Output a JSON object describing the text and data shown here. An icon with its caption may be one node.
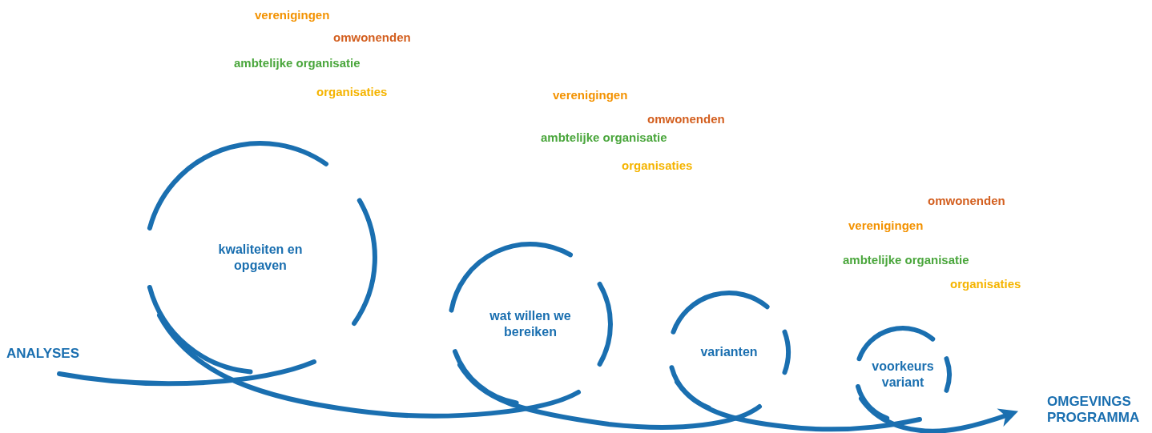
{
  "diagram": {
    "nodes": [
      {
        "text": [
          "ANALYSES"
        ]
      },
      {
        "text": [
          "kwaliteiten en opgaven"
        ]
      },
      {
        "text": [
          "wat willen we bereiken"
        ]
      },
      {
        "text": [
          "varianten"
        ]
      },
      {
        "text": [
          "voorkeurs variant"
        ]
      },
      {
        "text": [
          "OMGEVINGS PROGRAMMA"
        ]
      }
    ],
    "edges": [
      {
        "from": 0,
        "to": 1,
        "arrow": "none"
      },
      {
        "from": 1,
        "to": 2,
        "arrow": "none"
      },
      {
        "from": 2,
        "to": 3,
        "arrow": "none"
      },
      {
        "from": 3,
        "to": 4,
        "arrow": "none"
      },
      {
        "from": 4,
        "to": 5,
        "arrow": "to"
      }
    ],
    "labels": [
      "verenigingen",
      "omwonenden",
      "ambtelijke organisatie",
      "organisaties",
      "verenigingen",
      "omwonenden",
      "ambtelijke organisatie",
      "organisaties",
      "omwonenden",
      "verenigingen",
      "ambtelijke organisatie",
      "organisaties"
    ]
  }
}
